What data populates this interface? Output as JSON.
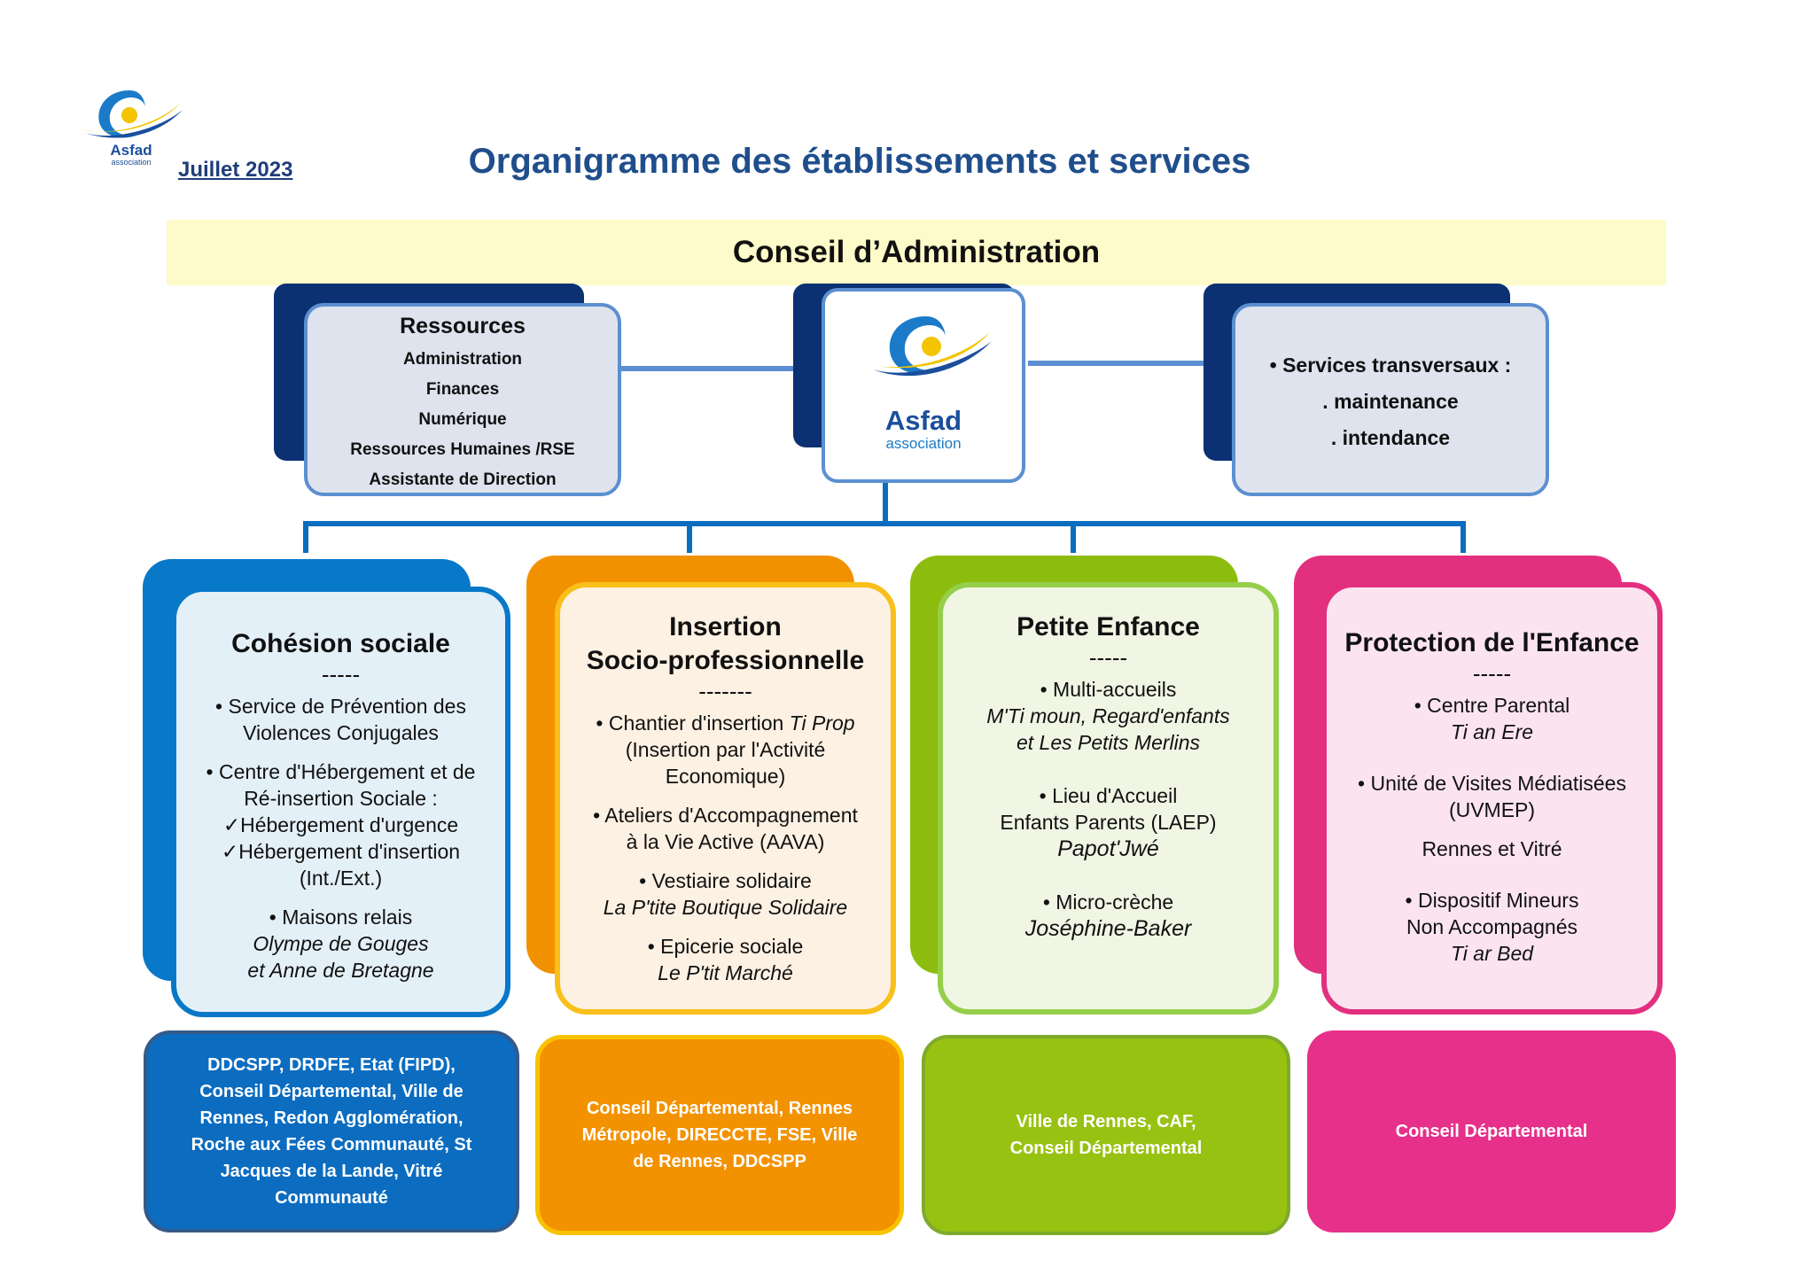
{
  "header": {
    "logo_name": "Asfad",
    "logo_subtitle": "association",
    "date": "Juillet 2023",
    "title": "Organigramme des établissements et services"
  },
  "board": {
    "label": "Conseil d’Administration"
  },
  "resources": {
    "title": "Ressources",
    "items": [
      "Administration",
      "Finances",
      "Numérique",
      "Ressources Humaines /RSE",
      "Assistante de Direction"
    ]
  },
  "center": {
    "name": "Asfad",
    "subtitle": "association"
  },
  "services": {
    "line1": "• Services transversaux :",
    "line2": ". maintenance",
    "line3": ". intendance"
  },
  "pillars": {
    "cohesion": {
      "title": "Cohésion sociale",
      "dash": "-----",
      "items": [
        "• Service de Prévention des",
        "Violences Conjugales",
        "• Centre d'Hébergement et de",
        "Ré-insertion Sociale  :",
        "✓Hébergement d'urgence",
        "✓Hébergement d'insertion",
        "(Int./Ext.)",
        "• Maisons relais",
        "Olympe de Gouges",
        "et Anne de Bretagne"
      ],
      "funders": "DDCSPP, DRDFE, Etat (FIPD), Conseil Départemental, Ville de Rennes, Redon Agglomération, Roche aux Fées Communauté, St Jacques de la Lande, Vitré Communauté",
      "color": "#0878c8",
      "light": "#e4f0f8",
      "funder_color": "#0b6cc0"
    },
    "insertion": {
      "title1": "Insertion",
      "title2": "Socio-professionnelle",
      "dash": "-------",
      "items": [
        "• Chantier d'insertion ",
        "Ti Prop",
        "(Insertion par l'Activité",
        "Economique)",
        "• Ateliers d'Accompagnement",
        "à la Vie Active (AAVA)",
        "• Vestiaire solidaire",
        "La P'tite Boutique Solidaire",
        "• Epicerie sociale",
        "Le P'tit Marché"
      ],
      "funders": "Conseil Départemental, Rennes Métropole, DIRECCTE, FSE, Ville de Rennes, DDCSPP",
      "color": "#f29100",
      "border": "#f9bf1a",
      "light": "#fdf1e3",
      "funder_color": "#f39200"
    },
    "petite": {
      "title": "Petite Enfance",
      "dash": "-----",
      "items": [
        "• Multi-accueils",
        "M'Ti moun, Regard'enfants",
        "et Les Petits Merlins",
        "• Lieu d'Accueil",
        "Enfants Parents (LAEP)",
        "Papot'Jwé",
        "• Micro-crèche",
        "Joséphine-Baker"
      ],
      "funders": "Ville de Rennes, CAF, Conseil Départemental",
      "color": "#8cbd0e",
      "border": "#95cf4a",
      "light": "#f0f5e4",
      "funder_color": "#98c212"
    },
    "protection": {
      "title": "Protection de l'Enfance",
      "dash": "-----",
      "items": [
        "• Centre Parental",
        "Ti an Ere",
        "• Unité de Visites Médiatisées",
        "(UVMEP)",
        "Rennes et Vitré",
        "• Dispositif Mineurs",
        "Non Accompagnés",
        "Ti ar Bed"
      ],
      "funders": "Conseil Départemental",
      "color": "#e2307f",
      "light": "#fbe4ef",
      "funder_color": "#e63089"
    }
  }
}
